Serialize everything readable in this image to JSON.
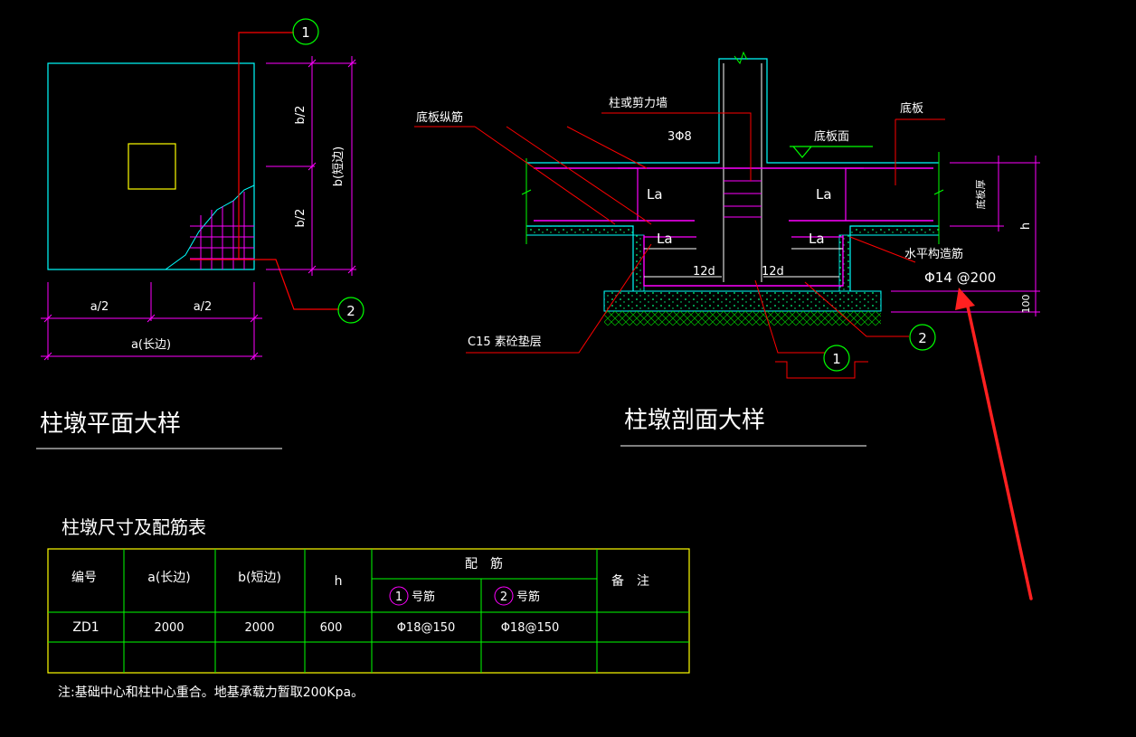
{
  "plan": {
    "title": "柱墩平面大样",
    "dim_a_half_left": "a/2",
    "dim_a_half_right": "a/2",
    "dim_a": "a(长边)",
    "dim_b_half_top": "b/2",
    "dim_b_half_bottom": "b/2",
    "dim_b": "b(短边)",
    "marker_1": "1",
    "marker_2": "2"
  },
  "section": {
    "title": "柱墩剖面大样",
    "label_slab_long_bar": "底板纵筋",
    "label_column_wall": "柱或剪力墙",
    "label_stirrup": "3Φ8",
    "label_slab_surface": "底板面",
    "label_slab": "底板",
    "label_slab_thickness": "底板厚",
    "label_h": "h",
    "label_la_1": "La",
    "label_la_2": "La",
    "label_la_3": "La",
    "label_la_4": "La",
    "label_12d_left": "12d",
    "label_12d_right": "12d",
    "label_horizontal_bar": "水平构造筋",
    "label_horizontal_bar_spec": "Φ14 @200",
    "label_cushion": "C15 素砼垫层",
    "label_100": "100",
    "marker_1": "1",
    "marker_2": "2"
  },
  "table": {
    "title": "柱墩尺寸及配筋表",
    "headers": {
      "id": "编号",
      "a": "a(长边)",
      "b": "b(短边)",
      "h": "h",
      "rebar": "配　筋",
      "rebar_1_num": "1",
      "rebar_1_text": "号筋",
      "rebar_2_num": "2",
      "rebar_2_text": "号筋",
      "remark": "备　注"
    },
    "rows": [
      {
        "id": "ZD1",
        "a": "2000",
        "b": "2000",
        "h": "600",
        "r1": "Φ18@150",
        "r2": "Φ18@150",
        "remark": ""
      }
    ],
    "note": "注:基础中心和柱中心重合。地基承载力暂取200Kpa。"
  },
  "colors": {
    "cyan": "#00ffff",
    "magenta": "#ff00ff",
    "red": "#ff0000",
    "green": "#00ff00",
    "yellow": "#ffff00",
    "white": "#ffffff",
    "arrow": "#ff2020"
  }
}
